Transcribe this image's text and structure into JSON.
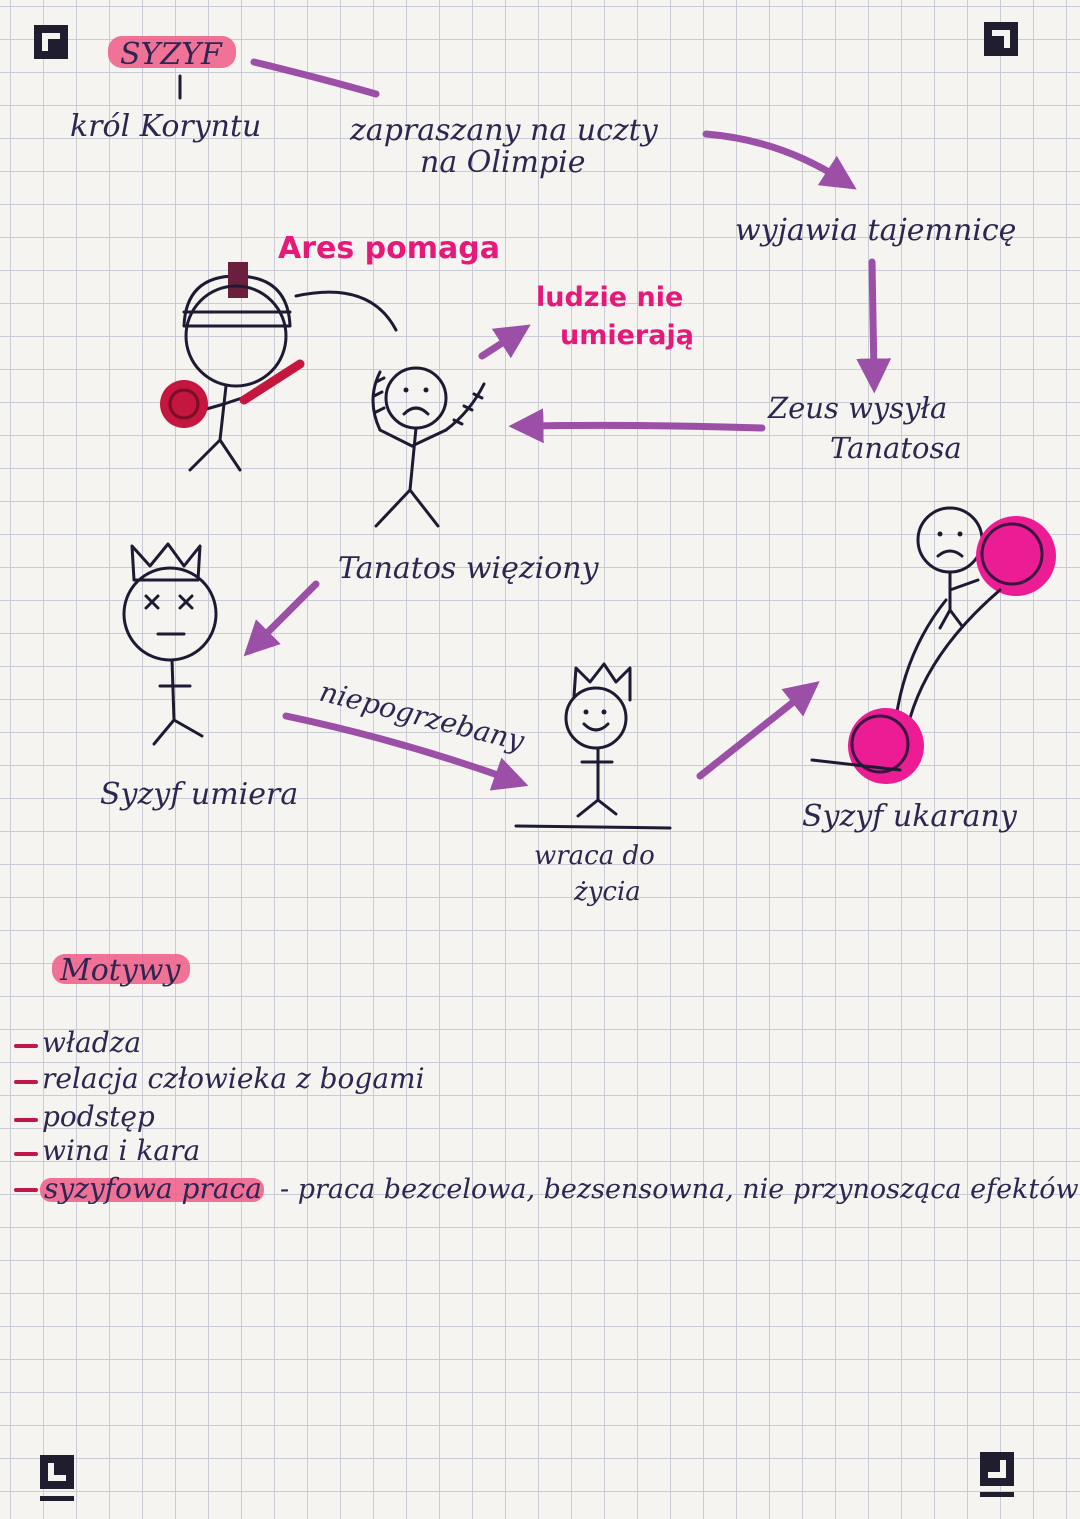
{
  "colors": {
    "ink": "#2d2650",
    "arrow": "#9c4fa6",
    "pink_text": "#e6197b",
    "highlight": "#ee5a86",
    "grid": "#c9ccd6"
  },
  "corner_markers": [
    "corner-marker-icon",
    "corner-marker-icon",
    "corner-marker-icon",
    "corner-marker-icon"
  ],
  "title": "SYZYF",
  "title_sub": "król Koryntu",
  "nodes": {
    "invited_line1": "zapraszany na uczty",
    "invited_line2": "na Olimpie",
    "reveals": "wyjawia tajemnicę",
    "zeus_line1": "Zeus wysyła",
    "zeus_line2": "Tanatosa",
    "ares": "Ares pomaga",
    "people_line1": "ludzie nie",
    "people_line2": "umierają",
    "thanatos": "Tanatos więziony",
    "dies": "Syzyf umiera",
    "unburied": "niepogrzebany",
    "returns_line1": "wraca do",
    "returns_line2": "życia",
    "punished": "Syzyf ukarany"
  },
  "motifs": {
    "heading": "Motywy",
    "items": [
      "władza",
      "relacja człowieka z bogami",
      "podstęp",
      "wina i kara",
      "syzyfowa praca"
    ],
    "definition": "- praca bezcelowa, bezsensowna, nie przynosząca efektów"
  }
}
